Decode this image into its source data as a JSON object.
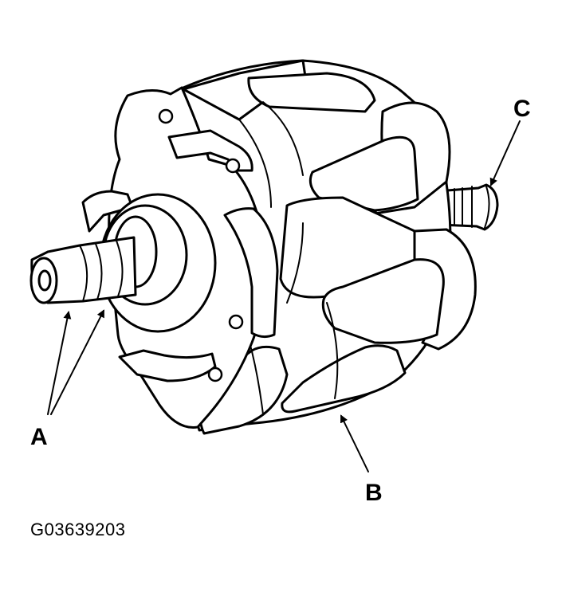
{
  "figure": {
    "callouts": {
      "a": "A",
      "b": "B",
      "c": "C"
    },
    "figure_id": "G03639203",
    "colors": {
      "line": "#000000",
      "background": "#ffffff"
    }
  }
}
